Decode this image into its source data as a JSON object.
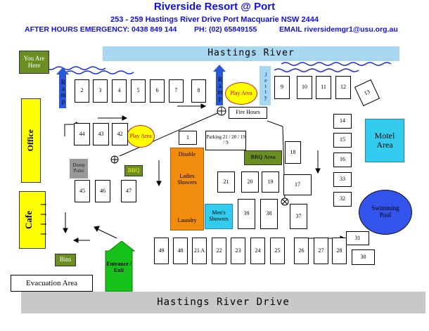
{
  "header": {
    "title": "Riverside Resort @ Port",
    "address": "253 - 259 Hastings River Drive Port Macquarie NSW 2444",
    "emergency": "AFTER HOURS EMERGENCY: 0438 849 144",
    "phone": "PH: (02) 65849155",
    "email": "EMAIL riversidemgr1@usu.org.au"
  },
  "river_label": "Hastings River",
  "road_label": "Hastings River Drive",
  "labels": {
    "you_are_here": "You Are Here",
    "office": "Office",
    "cafe": "Cafe",
    "bins": "Bins",
    "evacuation": "Evacuation Area",
    "entrance": "Entrance / Exit",
    "motel": "Motel Area",
    "pool": "Swimming Pool",
    "dump_point": "Dump Point",
    "bbq": "BBQ",
    "bbq_area": "BBQ Area",
    "play_area_top": "Play Area",
    "play_area_left": "Play Area",
    "fire_hoses": "Fire Hoses",
    "parking": "Parking 21 / 20 / 19 / 9",
    "disable": "Disable",
    "ladies_showers": "Ladies Showers",
    "laundry": "Laundry",
    "mens_showers": "Men's Showers",
    "ramp_left": "Ramp",
    "ramp_right": "Ramp",
    "jetty": "Jetty"
  },
  "sites": {
    "s2": "2",
    "s3": "3",
    "s4": "4",
    "s5": "5",
    "s6": "6",
    "s7": "7",
    "s8": "8",
    "s9": "9",
    "s10": "10",
    "s11": "11",
    "s12": "12",
    "s13": "13",
    "s44": "44",
    "s43": "43",
    "s42": "42",
    "s1": "1",
    "s14": "14",
    "s15": "15",
    "s16": "16",
    "s33": "33",
    "s32": "32",
    "s18": "18",
    "s17": "17",
    "s21": "21",
    "s20": "20",
    "s19": "19",
    "s39": "39",
    "s38": "38",
    "s37": "37",
    "s45": "45",
    "s46": "46",
    "s47": "47",
    "s49": "49",
    "s48": "48",
    "s21a": "21 A",
    "s22": "22",
    "s23": "23",
    "s24": "24",
    "s25": "25",
    "s26": "26",
    "s27": "27",
    "s28": "28",
    "s31": "31",
    "s30": "30"
  },
  "colors": {
    "header_blue": "#1010e0",
    "river": "#a8d8f0",
    "ramp_blue": "#2a57d6",
    "olive": "#6b8e23",
    "yellow": "#ffff00",
    "orange": "#f28c0f",
    "cyan": "#33ccee",
    "green": "#16c21a",
    "pool_blue": "#3355ee",
    "road_grey": "#c8c8c8"
  }
}
